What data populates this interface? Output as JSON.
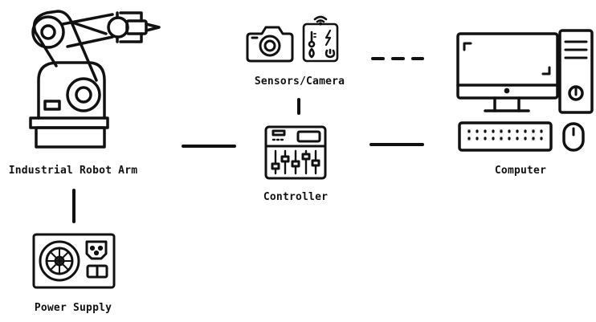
{
  "labels": {
    "robot_arm": "Industrial Robot Arm",
    "sensors": "Sensors/Camera",
    "controller": "Controller",
    "computer": "Computer",
    "power_supply": "Power Supply"
  },
  "colors": {
    "stroke": "#111111",
    "background": "#ffffff"
  },
  "icons": [
    "robot-arm-icon",
    "camera-icon",
    "sensor-panel-icon",
    "controller-mixer-icon",
    "desktop-computer-icon",
    "power-supply-icon"
  ]
}
